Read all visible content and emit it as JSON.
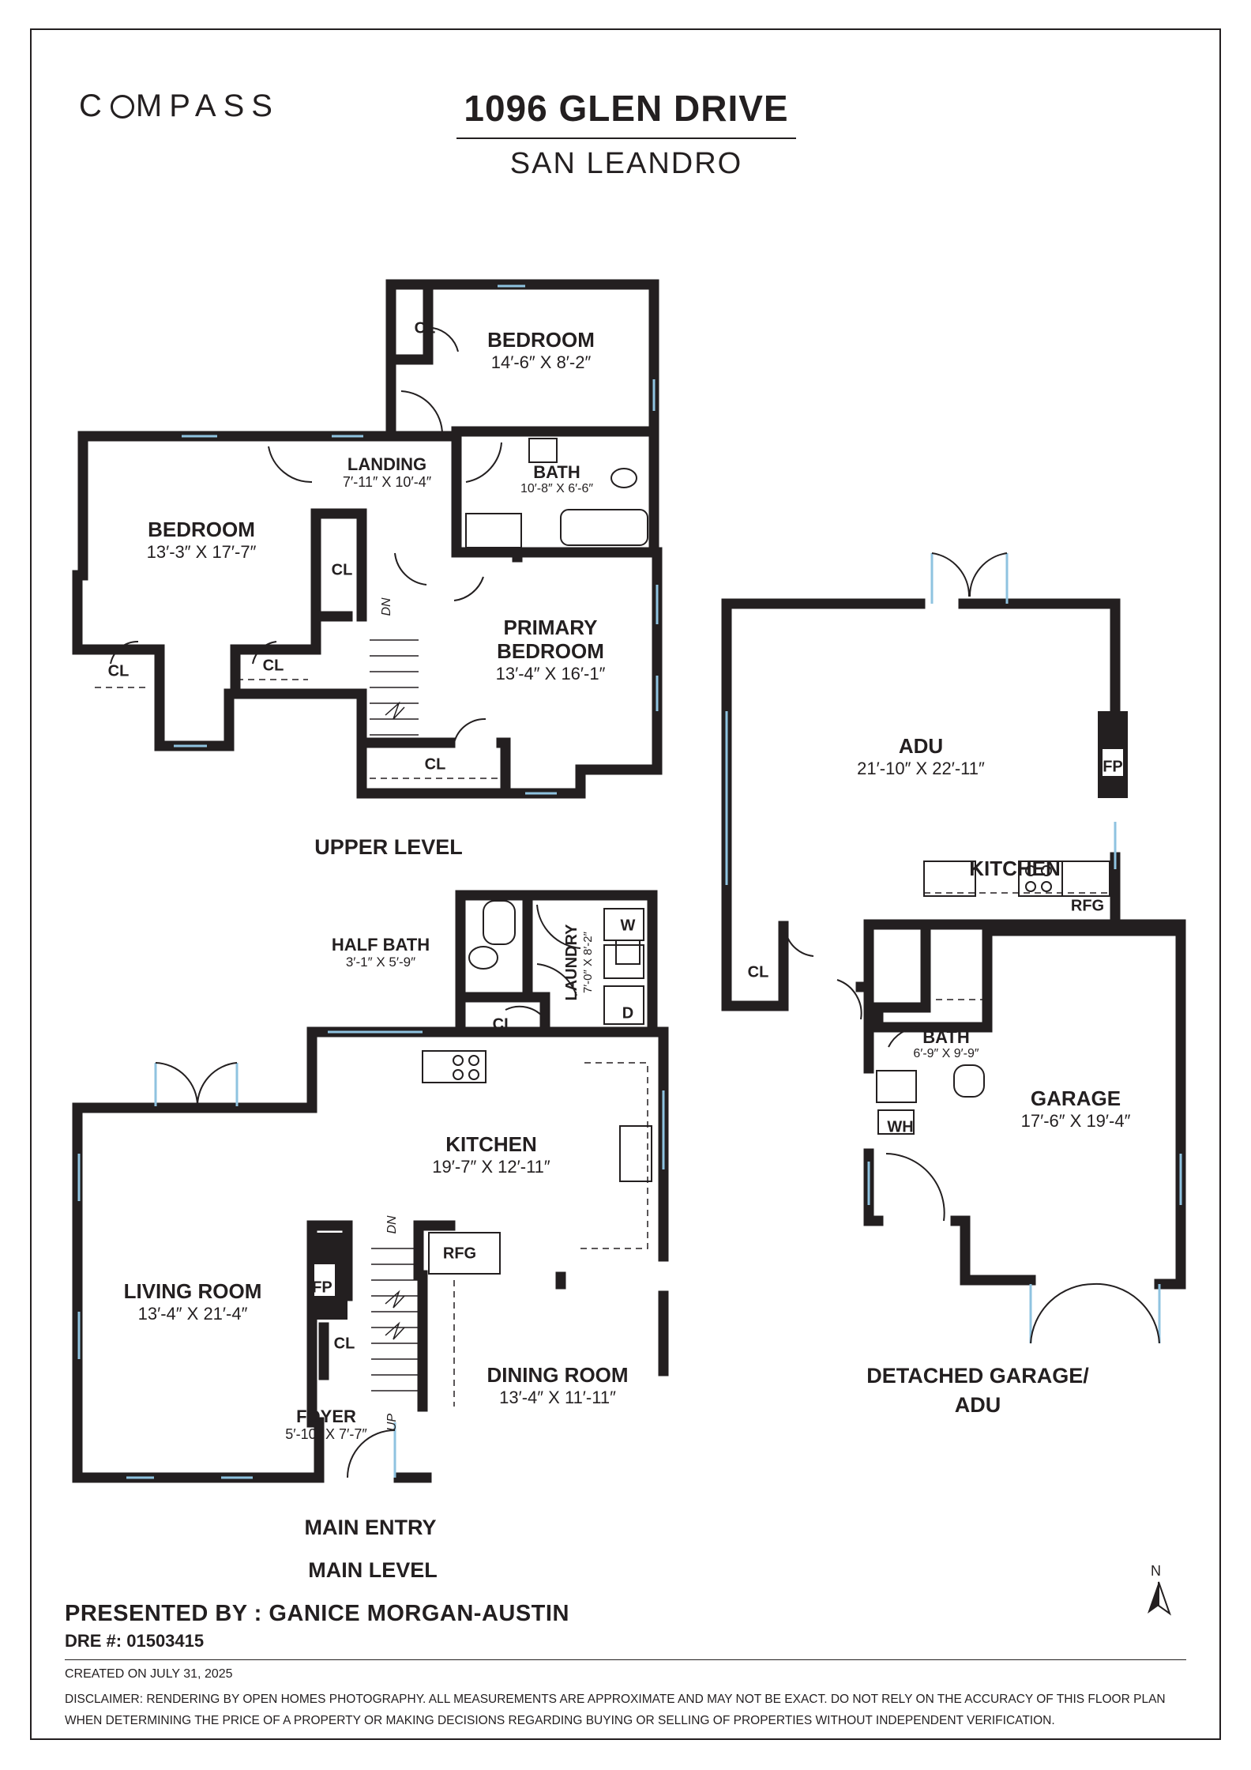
{
  "brand": {
    "logo_text": "COMPASS"
  },
  "header": {
    "address": "1096 GLEN DRIVE",
    "city": "SAN LEANDRO"
  },
  "upper_level": {
    "label": "UPPER LEVEL",
    "bedroom_top": {
      "name": "BEDROOM",
      "dims": "14′-6″ X 8′-2″"
    },
    "landing": {
      "name": "LANDING",
      "dims": "7′-11″ X 10′-4″"
    },
    "bath": {
      "name": "BATH",
      "dims": "10′-8″ X 6′-6″"
    },
    "bedroom_left": {
      "name": "BEDROOM",
      "dims": "13′-3″ X 17′-7″"
    },
    "primary_bedroom": {
      "name_line1": "PRIMARY",
      "name_line2": "BEDROOM",
      "dims": "13′-4″ X 16′-1″"
    },
    "closet_label": "CL",
    "stair_label": "DN"
  },
  "main_level": {
    "label": "MAIN LEVEL",
    "entry_label": "MAIN ENTRY",
    "half_bath": {
      "name": "HALF BATH",
      "dims": "3′-1″ X 5′-9″"
    },
    "laundry": {
      "name": "LAUNDRY",
      "dims": "7′-0″ X 8′-2″",
      "washer": "W",
      "dryer": "D"
    },
    "kitchen": {
      "name": "KITCHEN",
      "dims": "19′-7″ X 12′-11″"
    },
    "living_room": {
      "name": "LIVING ROOM",
      "dims": "13′-4″ X 21′-4″"
    },
    "dining_room": {
      "name": "DINING ROOM",
      "dims": "13′-4″ X 11′-11″"
    },
    "foyer": {
      "name": "FOYER",
      "dims": "5′-10″ X 7′-7″"
    },
    "fireplace": "FP",
    "refrigerator": "RFG",
    "stair_down": "DN",
    "stair_up": "UP",
    "closet_label": "CL"
  },
  "detached": {
    "label_line1": "DETACHED GARAGE/",
    "label_line2": "ADU",
    "adu": {
      "name": "ADU",
      "dims": "21′-10″ X 22′-11″"
    },
    "kitchen": {
      "name": "KITCHEN"
    },
    "fireplace": "FP",
    "refrigerator": "RFG",
    "bath": {
      "name": "BATH",
      "dims": "6′-9″ X 9′-9″"
    },
    "water_heater": "WH",
    "garage": {
      "name": "GARAGE",
      "dims": "17′-6″ X 19′-4″"
    },
    "closet_label": "CL"
  },
  "compass_rose": {
    "label": "N"
  },
  "footer": {
    "presented_by": "PRESENTED BY : GANICE MORGAN-AUSTIN",
    "dre": "DRE #: 01503415",
    "created": "CREATED ON JULY 31, 2025",
    "disclaimer": "DISCLAIMER: RENDERING BY OPEN HOMES PHOTOGRAPHY. ALL MEASUREMENTS ARE APPROXIMATE AND MAY NOT BE EXACT. DO NOT RELY ON THE ACCURACY OF THIS FLOOR PLAN WHEN DETERMINING THE PRICE OF A PROPERTY OR MAKING DECISIONS REGARDING BUYING OR SELLING OF PROPERTIES WITHOUT INDEPENDENT VERIFICATION."
  },
  "colors": {
    "wall": "#231f20",
    "window": "#8fc3e0",
    "background": "#ffffff"
  }
}
